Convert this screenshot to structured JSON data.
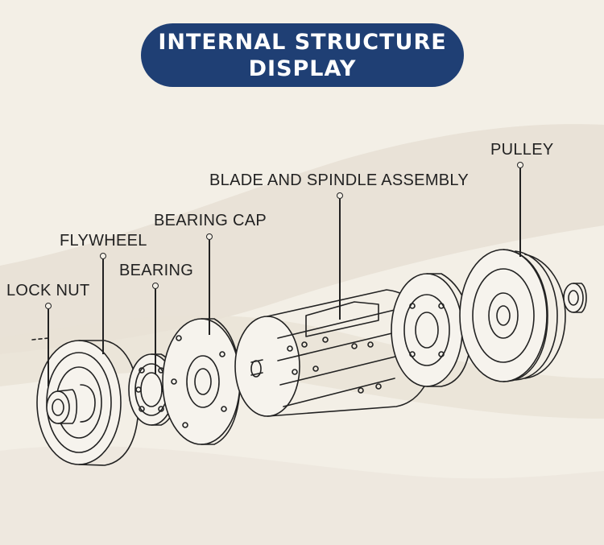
{
  "title": {
    "line1": "INTERNAL STRUCTURE",
    "line2": "DISPLAY"
  },
  "labels": {
    "lock_nut": "LOCK NUT",
    "flywheel": "FLYWHEEL",
    "bearing": "BEARING",
    "bearing_cap": "BEARING CAP",
    "blade_spindle": "BLADE AND SPINDLE ASSEMBLY",
    "pulley": "PULLEY"
  },
  "colors": {
    "title_bg": "#1f3f74",
    "title_text": "#ffffff",
    "background": "#f3efe6",
    "ink": "#222222"
  }
}
